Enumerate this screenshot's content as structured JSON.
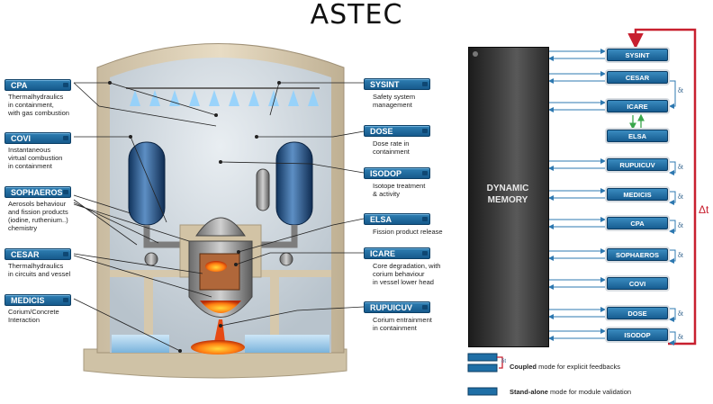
{
  "title": "ASTEC",
  "left_modules": [
    {
      "name": "CPA",
      "desc": [
        "Thermalhydraulics",
        "in containment,",
        "with gas combustion"
      ]
    },
    {
      "name": "COVI",
      "desc": [
        "Instantaneous",
        "virtual combustion",
        "in containment"
      ]
    },
    {
      "name": "SOPHAEROS",
      "desc": [
        "Aerosols behaviour",
        "and fission products",
        "(iodine, ruthenium..)",
        "chemistry"
      ]
    },
    {
      "name": "CESAR",
      "desc": [
        "Thermalhydraulics",
        "in circuits and vessel"
      ]
    },
    {
      "name": "MEDICIS",
      "desc": [
        "Corium/Concrete",
        "Interaction"
      ]
    }
  ],
  "right_modules": [
    {
      "name": "SYSINT",
      "desc": [
        "Safety system",
        "management"
      ]
    },
    {
      "name": "DOSE",
      "desc": [
        "Dose rate in",
        "containment"
      ]
    },
    {
      "name": "ISODOP",
      "desc": [
        "Isotope treatment",
        "& activity"
      ]
    },
    {
      "name": "ELSA",
      "desc": [
        "Fission product release"
      ]
    },
    {
      "name": "ICARE",
      "desc": [
        "Core degradation, with",
        "corium behaviour",
        "in vessel lower head"
      ]
    },
    {
      "name": "RUPUICUV",
      "desc": [
        "Corium entrainment",
        "in containment"
      ]
    }
  ],
  "dynamic_memory_label": [
    "DYNAMIC",
    "MEMORY"
  ],
  "chain_modules": [
    "SYSINT",
    "CESAR",
    "ICARE",
    "ELSA",
    "RUPUICUV",
    "MEDICIS",
    "CPA",
    "SOPHAEROS",
    "COVI",
    "DOSE",
    "ISODOP"
  ],
  "small_dt_label": "δt",
  "big_dt_label": "Δt",
  "legend": {
    "coupled_bold": "Coupled",
    "coupled_rest": " mode for explicit feedbacks",
    "standalone_bold": "Stand-alone",
    "standalone_rest": " mode for module validation"
  },
  "colors": {
    "module_blue": "#1f6fa6",
    "loop_red": "#c8202f",
    "coupling_green": "#3aa64b",
    "concrete": "#d9cdb6"
  }
}
